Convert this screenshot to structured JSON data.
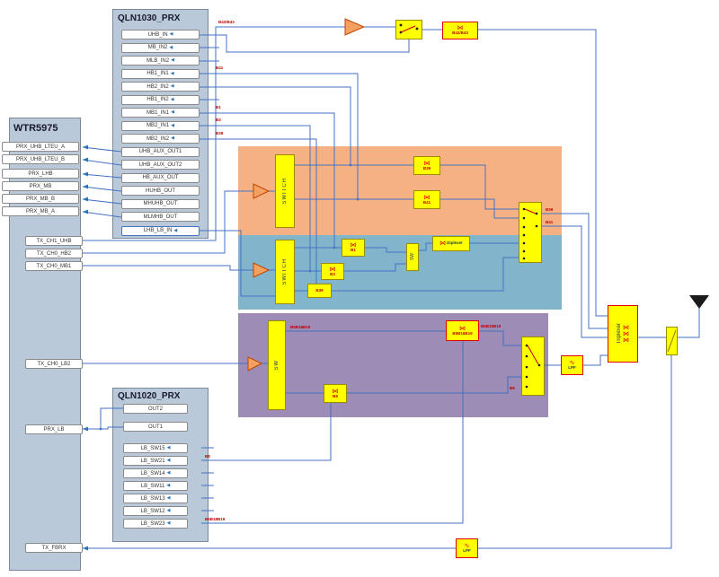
{
  "wtr": {
    "title": "WTR5975",
    "prx_ports": [
      "PRX_UHB_LTEU_A",
      "PRX_UHB_LTEU_B",
      "PRX_LHB",
      "PRX_MB",
      "PRX_MB_B",
      "PRX_MB_A"
    ],
    "tx_ports": [
      "TX_CH1_UHB",
      "TX_CH0_HB2",
      "TX_CH0_MB1"
    ],
    "tx_lb": "TX_CH0_LB2",
    "prx_lb": "PRX_LB",
    "tx_fbrx": "TX_FBRX"
  },
  "qln1030": {
    "title": "QLN1030_PRX",
    "in_ports": [
      "UHB_IN",
      "MB_IN2",
      "MLB_IN2",
      "HB1_IN1",
      "HB2_IN2",
      "HB1_IN2",
      "MB1_IN1",
      "MB2_IN1",
      "MB2_IN2"
    ],
    "out_ports": [
      "UHB_AUX_OUT1",
      "UHB_AUX_OUT2",
      "HB_AUX_OUT",
      "HUHB_OUT",
      "MHUHB_OUT",
      "MLMHB_OUT"
    ],
    "lb_in": "LHB_LB_IN"
  },
  "qln1020": {
    "title": "QLN1020_PRX",
    "out2": "OUT2",
    "out1": "OUT1",
    "sw_ports": [
      "LB_SW15",
      "LB_SW21",
      "LB_SW14",
      "LB_SW11",
      "LB_SW13",
      "LB_SW12",
      "LB_SW23"
    ]
  },
  "components": {
    "switch_hb": "SWITCH",
    "switch_mb": "SWITCH",
    "sw_lb": "SW",
    "sw_small": "SW",
    "diplexer": "Diplexer",
    "triplexer": "Triplexer",
    "lpf_ant": "LPF",
    "lpf_fbrx": "LPF",
    "filter_uhb": "B42/B43",
    "filter_hb1": "B39",
    "filter_hb2": "B41",
    "filter_mb1": "B1",
    "filter_mb2": "B3",
    "filter_mb3": "B39",
    "filter_lb1": "B5B18B19",
    "filter_lb2": "B8"
  },
  "wire_labels": {
    "uhb": "B42/B43",
    "hb": "B41",
    "mb1": "B1",
    "mb2": "B3",
    "mb3": "B39",
    "hb_out1": "B39",
    "hb_out2": "B41",
    "lb_sw_out": "B5B18B19",
    "lb_filter_out": "B5B18B19",
    "lb_b8": "B8",
    "qln_b8": "B8",
    "qln_b5": "B5B18B19"
  },
  "colors": {
    "wire": "#4472c4",
    "highband_region": "#f5b183",
    "midband_region": "#82b5cc",
    "lowband_region": "#9d8cb5",
    "component_fill": "#ffff00",
    "alert_border": "#e00000",
    "block_fill": "#b9c9da"
  }
}
